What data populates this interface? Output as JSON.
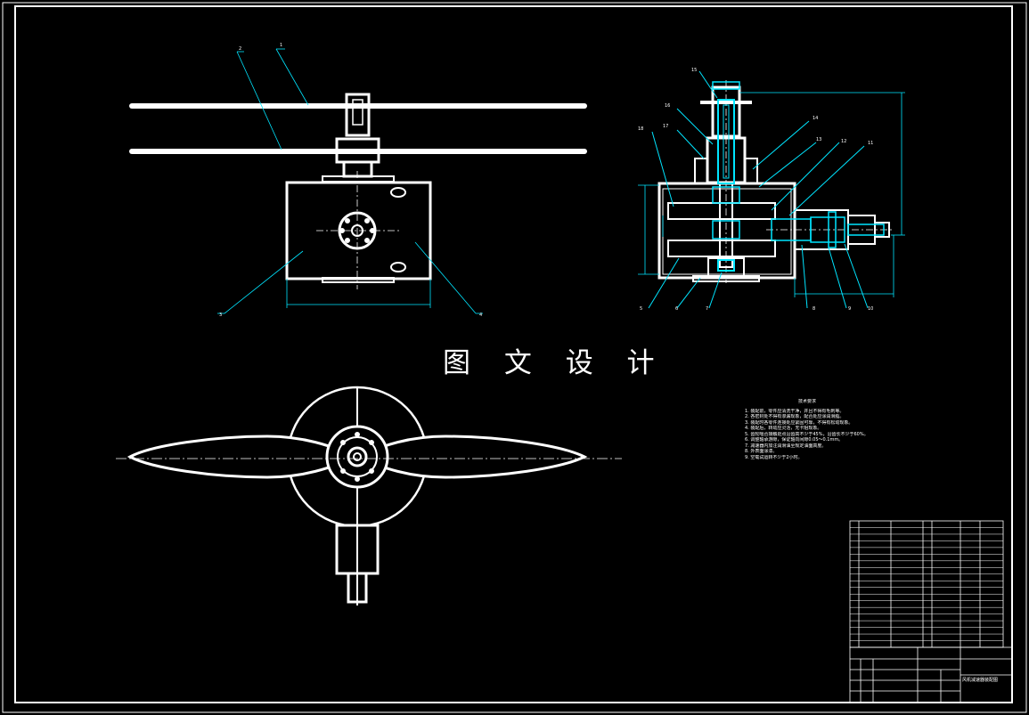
{
  "watermark": "图 文 设 计",
  "balloons_front": [
    "1",
    "2",
    "3",
    "4"
  ],
  "balloons_section": [
    "15",
    "16",
    "18",
    "17",
    "14",
    "13",
    "12",
    "11",
    "5",
    "6",
    "7",
    "8",
    "9",
    "10"
  ],
  "tech_notes": {
    "title": "技术要求",
    "items": [
      "1. 装配前，零件应清洗干净，并且不得有毛刺等。",
      "2. 各密封处不得有渗漏现象，配合处应涂润滑脂。",
      "3. 装配时各零件连接处应紧固可靠，不得有松动现象。",
      "4. 装配后，转动应灵活，无卡阻现象。",
      "5. 齿轮啮合接触斑点沿齿高不少于45%，沿齿长不少于60%。",
      "6. 调整轴承游隙，保证轴向间隙0.05～0.1mm。",
      "7. 减速器内加注润滑油至规定油面高度。",
      "8. 外表面涂漆。",
      "9. 空载试运转不少于2小时。"
    ]
  },
  "title_block": {
    "drawing_title": "风机减速器装配图",
    "parts_rows": 18
  },
  "colors": {
    "background": "#000000",
    "line": "#ffffff",
    "dimension": "#00e5ff"
  }
}
